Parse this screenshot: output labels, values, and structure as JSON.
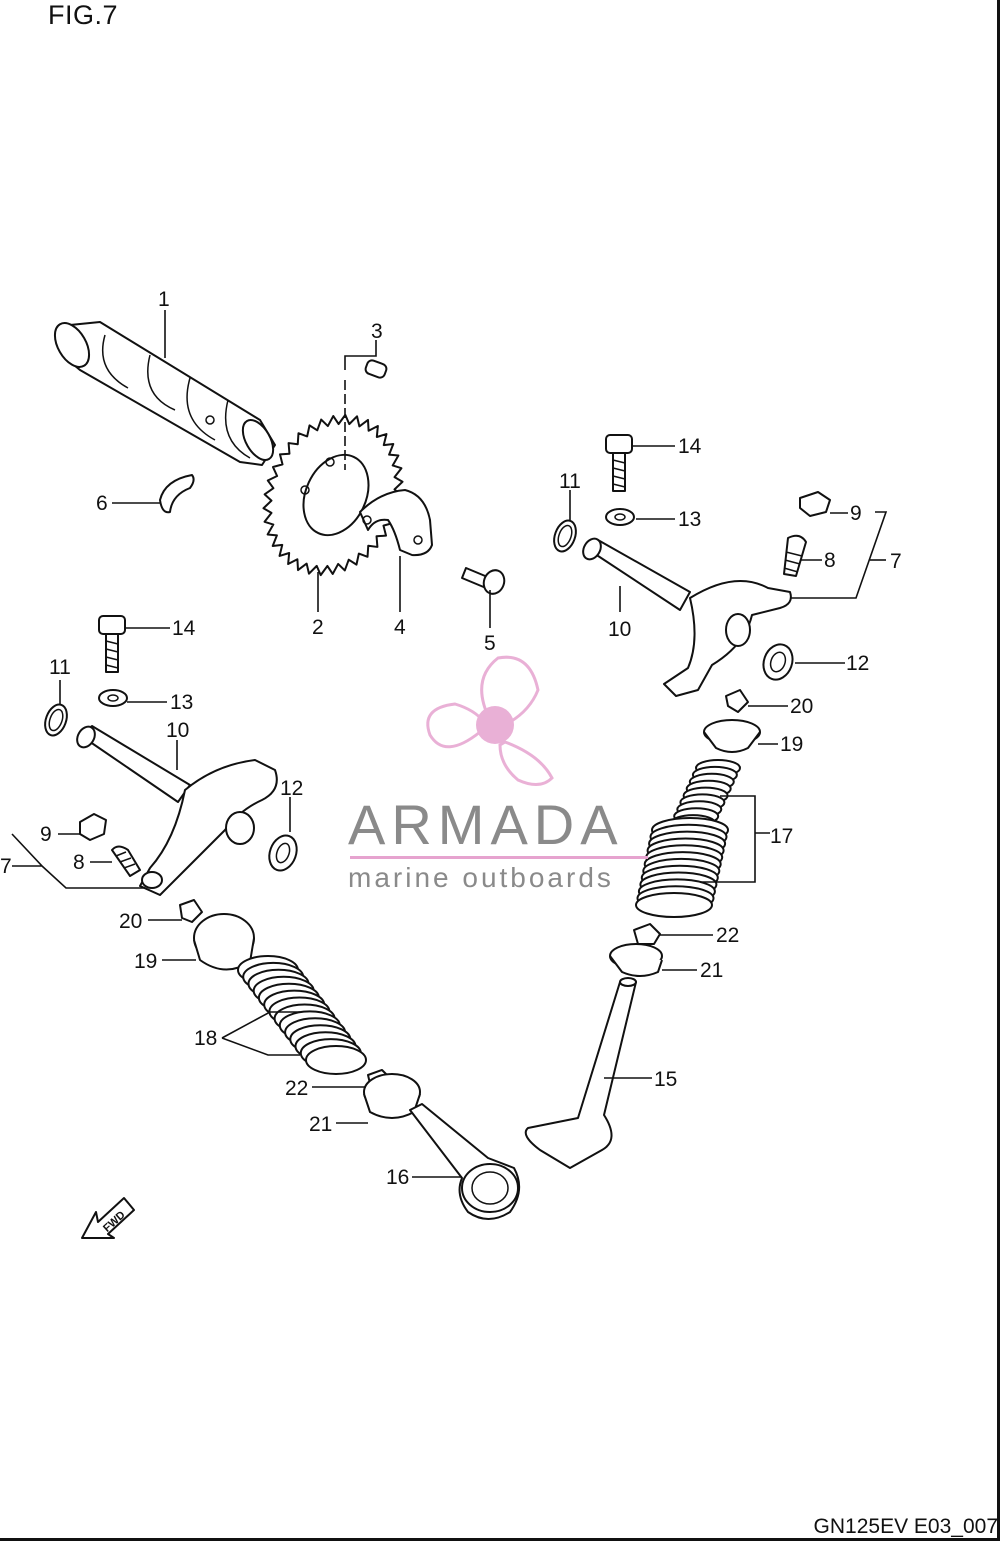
{
  "figure": {
    "title": "FIG.7",
    "code": "GN125EV E03_007"
  },
  "watermark": {
    "brand": "ARMADA",
    "tagline": "marine outboards",
    "logo_icon": "propeller-icon",
    "color": "#e6a3cf"
  },
  "fwd_label": "FWD",
  "callouts": [
    "1",
    "2",
    "3",
    "4",
    "5",
    "6",
    "7",
    "8",
    "9",
    "10",
    "11",
    "12",
    "13",
    "14",
    "15",
    "16",
    "17",
    "18",
    "19",
    "20",
    "21",
    "22"
  ]
}
